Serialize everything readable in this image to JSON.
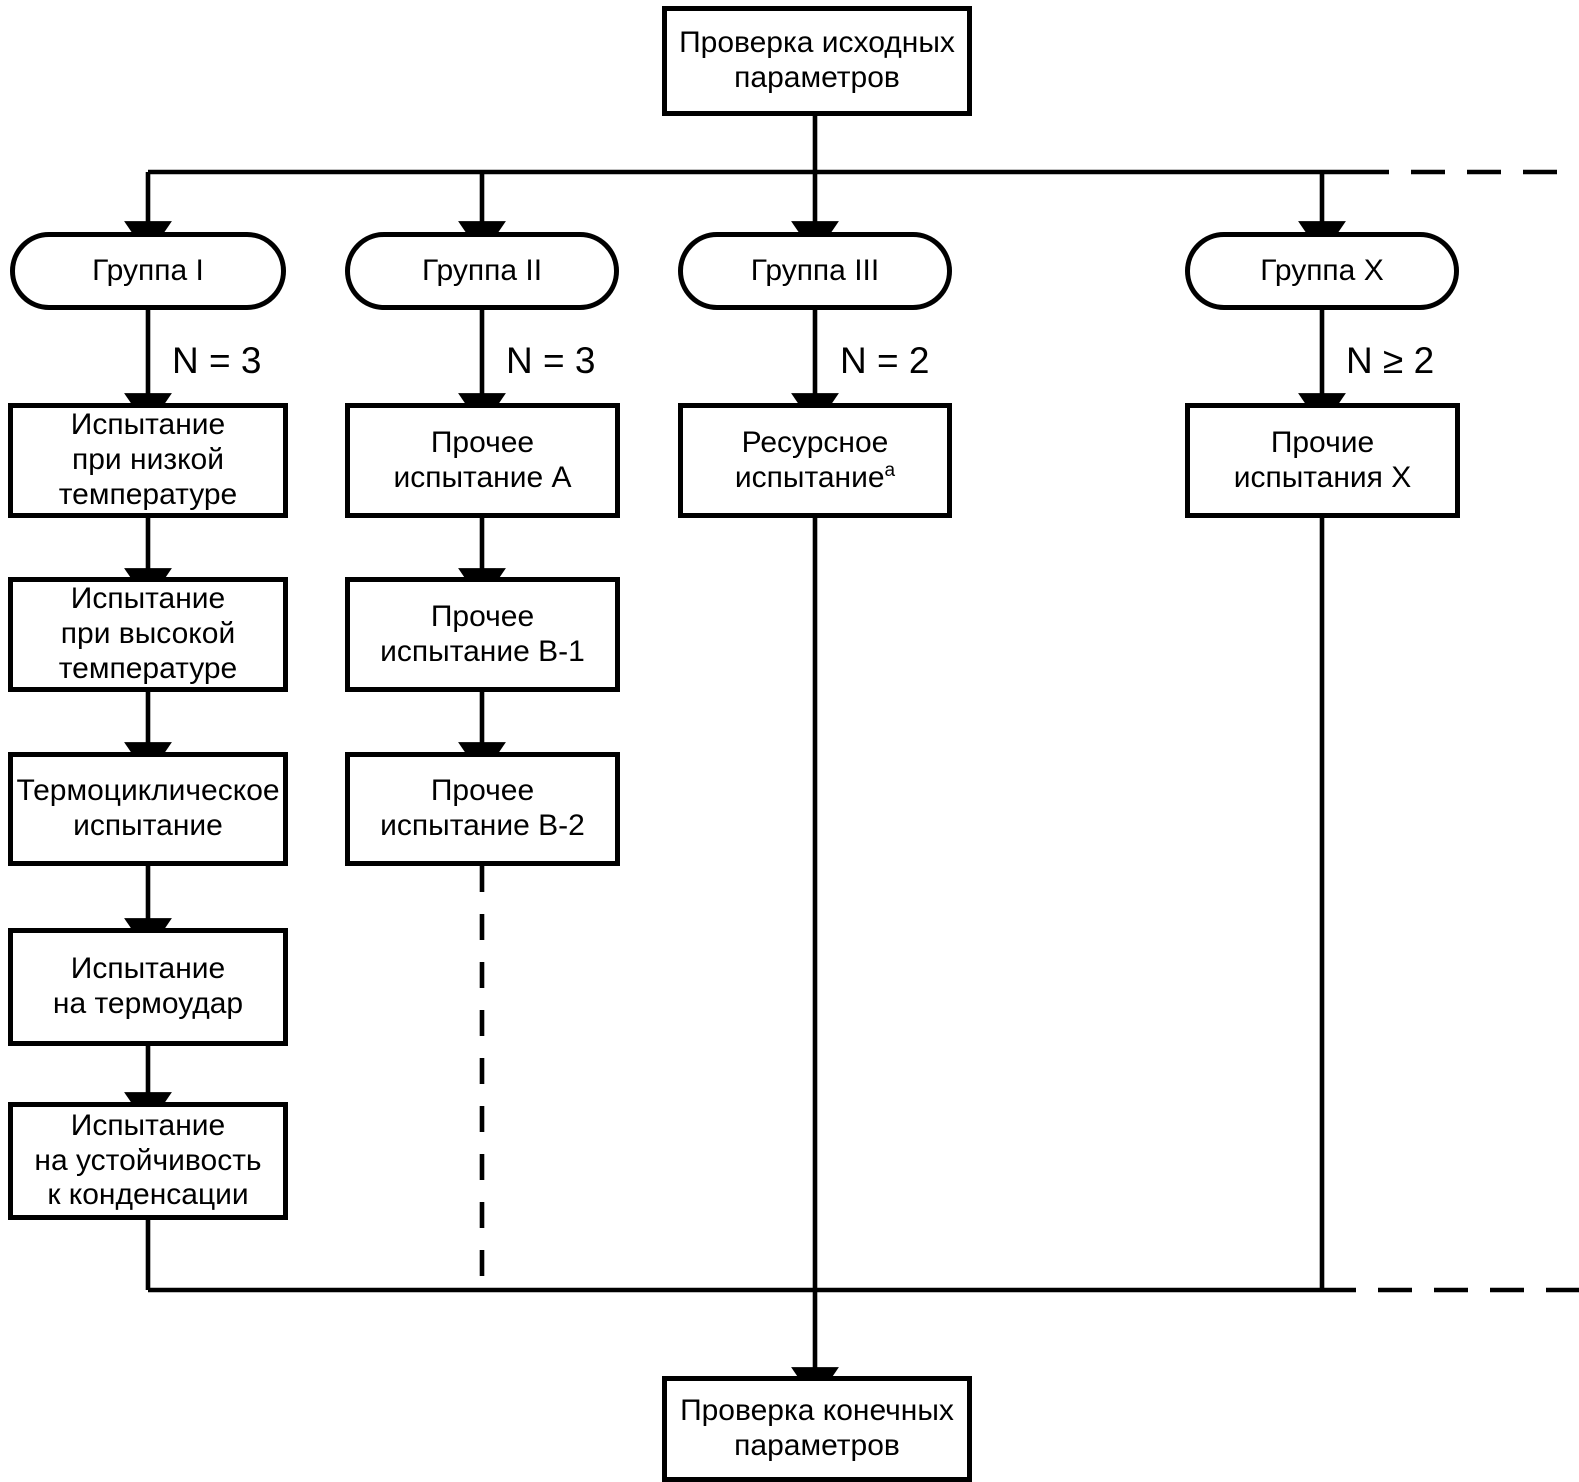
{
  "diagram": {
    "title_top": "Проверка исходных параметров",
    "title_bottom": "Проверка конечных параметров",
    "groups": [
      {
        "id": "group-1",
        "label": "Группа I",
        "n_label": "N = 3"
      },
      {
        "id": "group-2",
        "label": "Группа II",
        "n_label": "N = 3"
      },
      {
        "id": "group-3",
        "label": "Группа III",
        "n_label": "N = 2"
      },
      {
        "id": "group-x",
        "label": "Группа X",
        "n_label": "N ≥ 2"
      }
    ],
    "column1": [
      {
        "line1": "Испытание",
        "line2": "при низкой",
        "line3": "температуре"
      },
      {
        "line1": "Испытание",
        "line2": "при высокой",
        "line3": "температуре"
      },
      {
        "line1": "Термоциклическое",
        "line2": "испытание",
        "line3": ""
      },
      {
        "line1": "Испытание",
        "line2": "на термоудар",
        "line3": ""
      },
      {
        "line1": "Испытание",
        "line2": "на устойчивость",
        "line3": "к конденсации"
      }
    ],
    "column2": [
      {
        "line1": "Прочее",
        "line2": "испытание A"
      },
      {
        "line1": "Прочее",
        "line2": "испытание B-1"
      },
      {
        "line1": "Прочее",
        "line2": "испытание B-2"
      }
    ],
    "column3": [
      {
        "line1": "Ресурсное",
        "line2": "испытание",
        "superscript": "a"
      }
    ],
    "column4": [
      {
        "line1": "Прочие",
        "line2": "испытания X"
      }
    ],
    "colors": {
      "stroke": "#000000",
      "fill": "#ffffff"
    }
  }
}
